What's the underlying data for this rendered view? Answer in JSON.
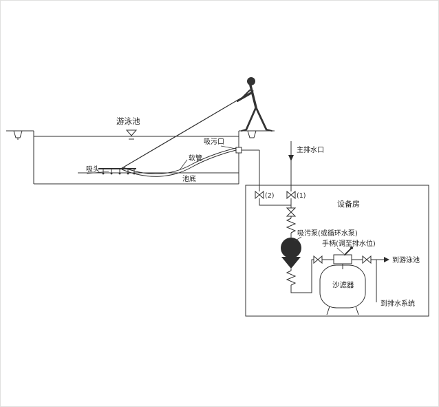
{
  "colors": {
    "line": "#2f2f2f",
    "text": "#1f1f1f",
    "background": "#ffffff",
    "pump_fill": "#2d2d2d"
  },
  "pool": {
    "title": "游泳池",
    "suction_port_label": "吸污口",
    "hose_label": "软管",
    "suction_head_label": "吸头",
    "bottom_label": "池底"
  },
  "piping": {
    "main_drain_label": "主排水口",
    "valve_2_label": "(2)",
    "valve_1_label": "(1)"
  },
  "equipment_room": {
    "title": "设备房",
    "pump_label": "吸污泵(或循环水泵)",
    "handle_label": "手柄(调至排水位)",
    "to_pool_label": "到游泳池",
    "sand_filter_label": "沙滤器",
    "to_drain_label": "到排水系统"
  }
}
